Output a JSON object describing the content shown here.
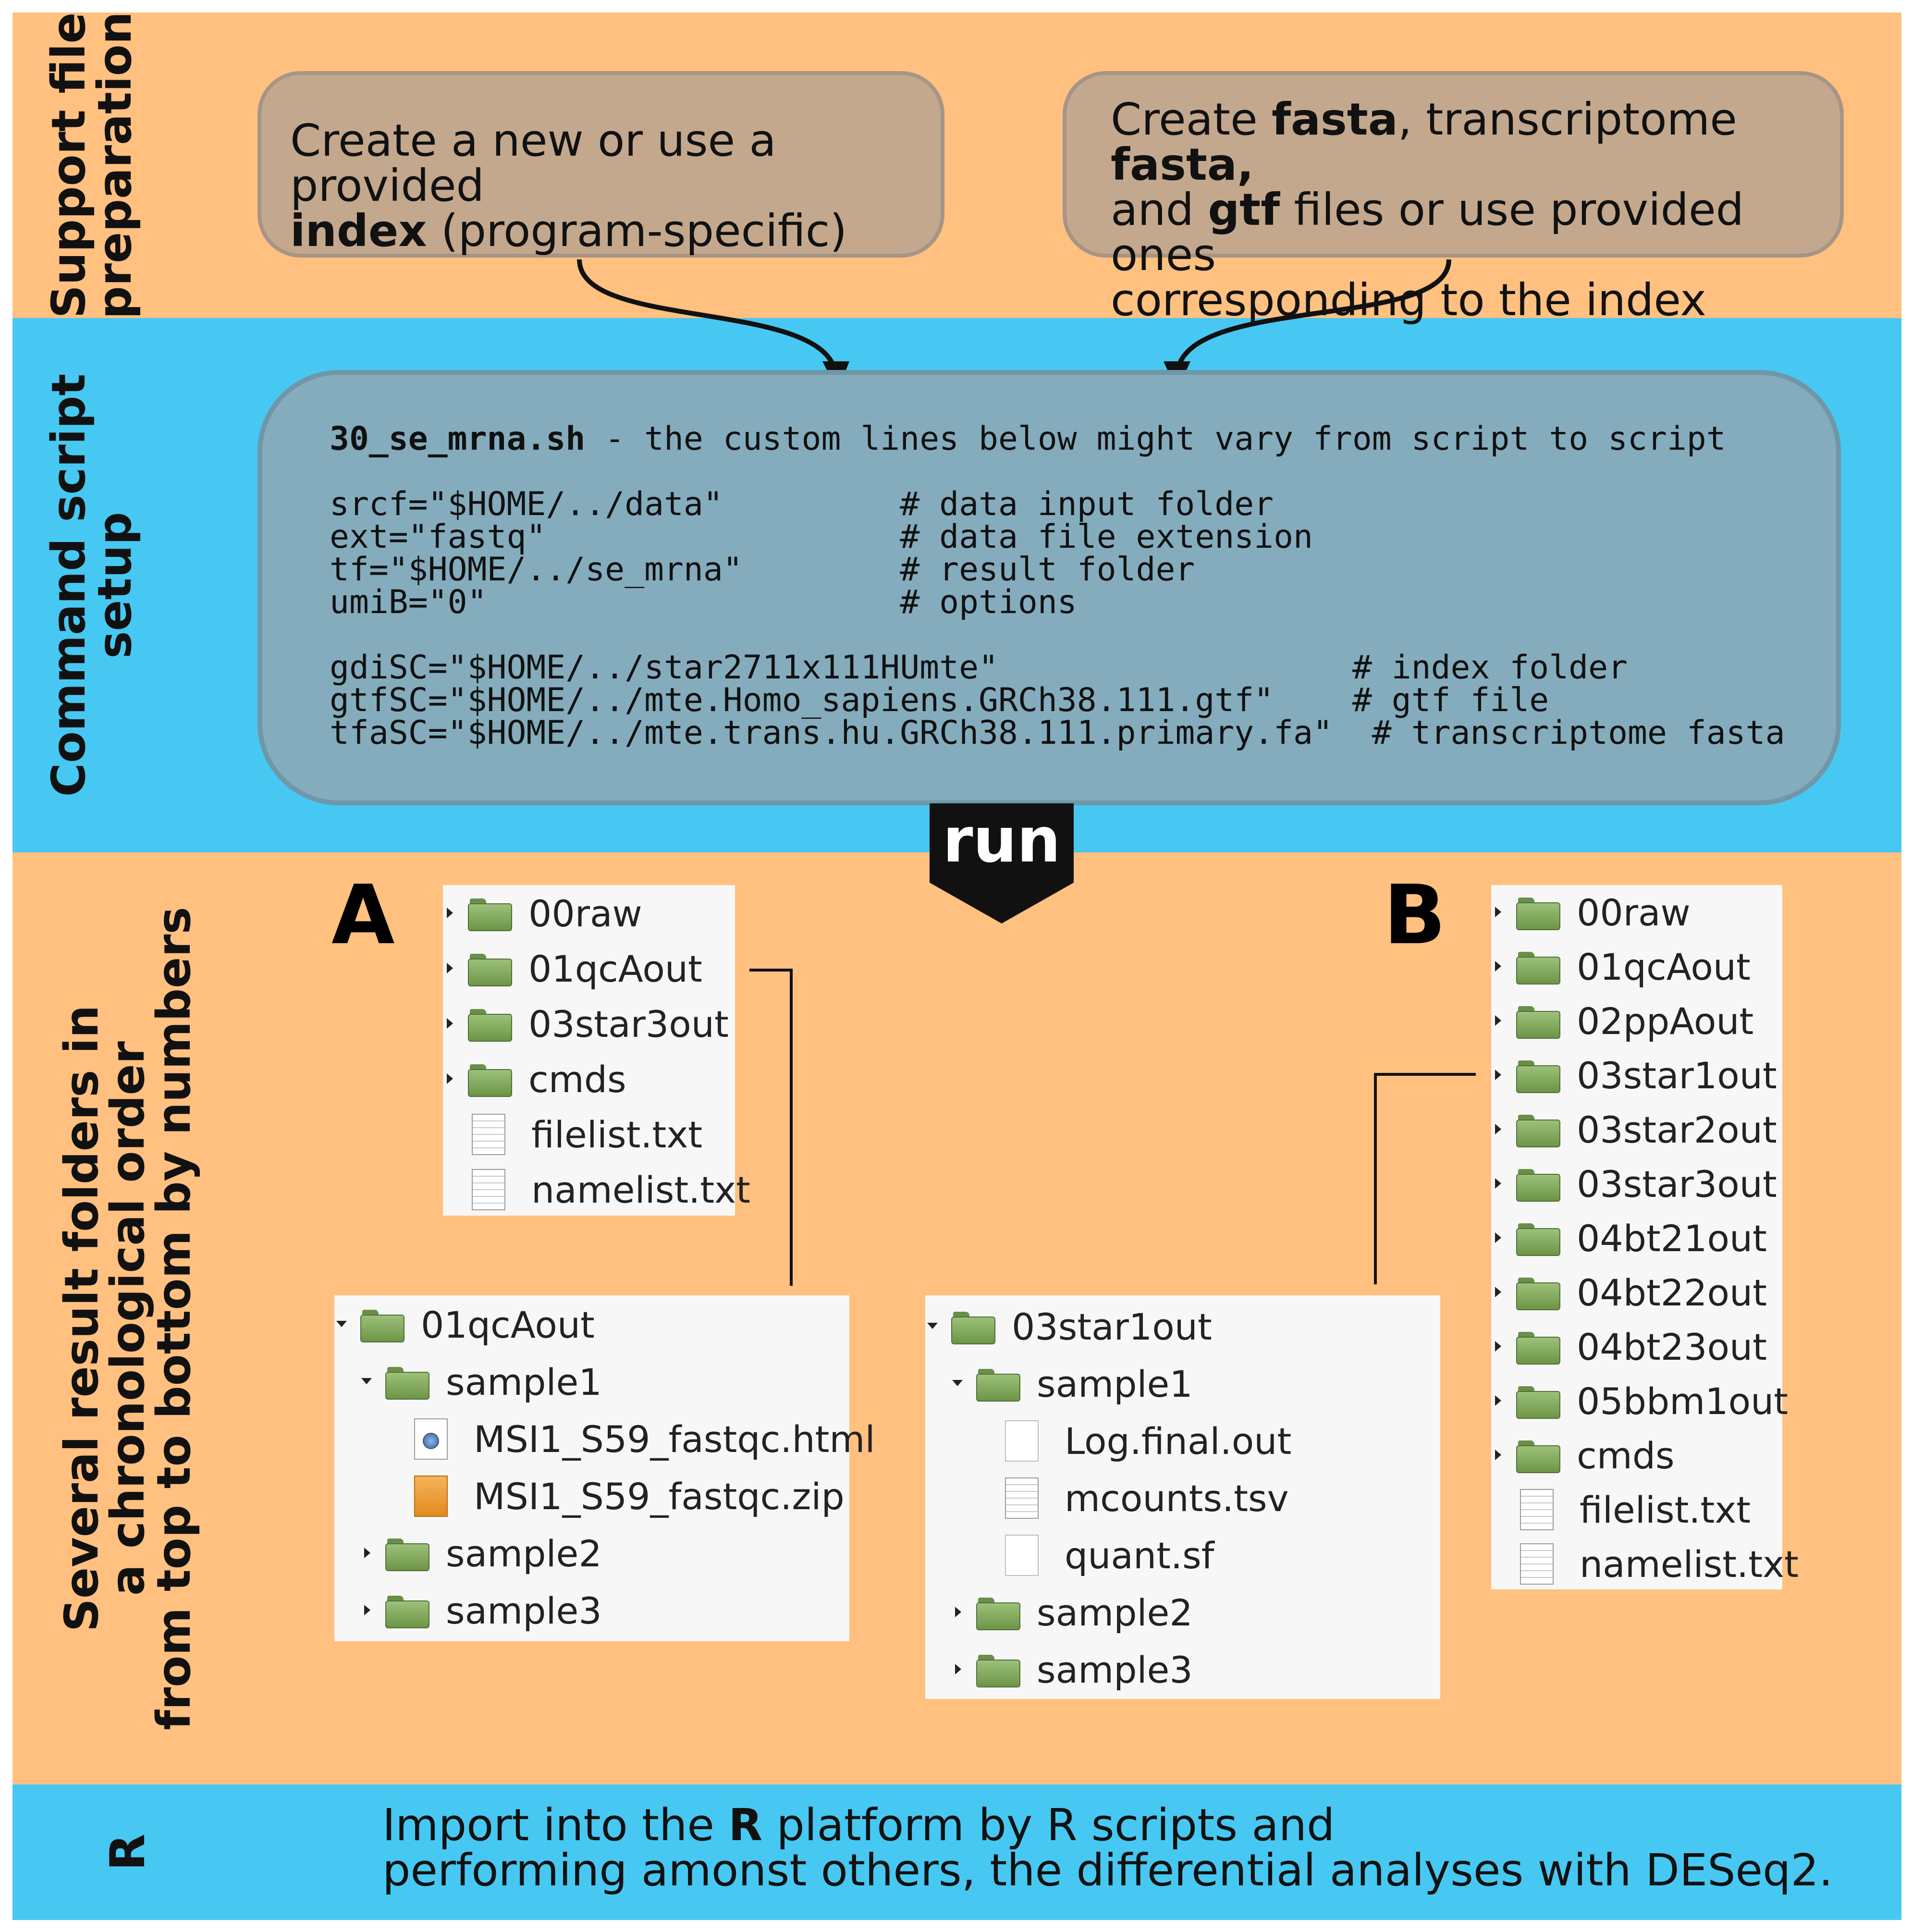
{
  "sections": {
    "support": {
      "label_lines": [
        "Support file",
        "preparation"
      ]
    },
    "command": {
      "label_lines": [
        "Command script",
        "setup"
      ]
    },
    "results": {
      "label_lines": [
        "Several result folders in",
        "a chronological order",
        "from top to bottom by numbers"
      ]
    },
    "r": {
      "label_lines": [
        "R"
      ]
    }
  },
  "index_box": {
    "line1": "Create a new or use a provided",
    "line2_bold": "index",
    "line2_rest": " (program-specific)"
  },
  "fasta_box": {
    "l1_a": "Create ",
    "l1_b": "fasta",
    "l1_c": ", transcriptome ",
    "l1_d": "fasta,",
    "l2_a": "and ",
    "l2_b": "gtf",
    "l2_c": " files or use provided ones",
    "l3": "corresponding to the index"
  },
  "script": {
    "name": "30_se_mrna.sh",
    "subtitle": " - the custom lines below might vary from script to script",
    "lines": [
      "srcf=\"$HOME/../data\"         # data input folder",
      "ext=\"fastq\"                  # data file extension",
      "tf=\"$HOME/../se_mrna\"        # result folder",
      "umiB=\"0\"                     # options",
      "",
      "gdiSC=\"$HOME/../star2711x111HUmte\"                  # index folder",
      "gtfSC=\"$HOME/../mte.Homo_sapiens.GRCh38.111.gtf\"    # gtf file",
      "tfaSC=\"$HOME/../mte.trans.hu.GRCh38.111.primary.fa\"  # transcriptome fasta"
    ]
  },
  "run_label": "run",
  "panel_labels": {
    "a": "A",
    "b": "B"
  },
  "tree_a_top": [
    {
      "name": "00raw",
      "type": "folder"
    },
    {
      "name": "01qcAout",
      "type": "folder"
    },
    {
      "name": "03star3out",
      "type": "folder"
    },
    {
      "name": "cmds",
      "type": "folder"
    },
    {
      "name": "filelist.txt",
      "type": "text"
    },
    {
      "name": "namelist.txt",
      "type": "text"
    }
  ],
  "tree_a_detail": [
    {
      "name": "01qcAout",
      "type": "folder",
      "level": 0,
      "expanded": true
    },
    {
      "name": "sample1",
      "type": "folder",
      "level": 1,
      "expanded": true
    },
    {
      "name": "MSI1_S59_fastqc.html",
      "type": "html",
      "level": 2
    },
    {
      "name": "MSI1_S59_fastqc.zip",
      "type": "zip",
      "level": 2
    },
    {
      "name": "sample2",
      "type": "folder",
      "level": 1
    },
    {
      "name": "sample3",
      "type": "folder",
      "level": 1
    }
  ],
  "tree_b_top": [
    {
      "name": "00raw",
      "type": "folder"
    },
    {
      "name": "01qcAout",
      "type": "folder"
    },
    {
      "name": "02ppAout",
      "type": "folder"
    },
    {
      "name": "03star1out",
      "type": "folder"
    },
    {
      "name": "03star2out",
      "type": "folder"
    },
    {
      "name": "03star3out",
      "type": "folder"
    },
    {
      "name": "04bt21out",
      "type": "folder"
    },
    {
      "name": "04bt22out",
      "type": "folder"
    },
    {
      "name": "04bt23out",
      "type": "folder"
    },
    {
      "name": "05bbm1out",
      "type": "folder"
    },
    {
      "name": "cmds",
      "type": "folder"
    },
    {
      "name": "filelist.txt",
      "type": "text"
    },
    {
      "name": "namelist.txt",
      "type": "text"
    }
  ],
  "tree_b_detail": [
    {
      "name": "03star1out",
      "type": "folder",
      "level": 0,
      "expanded": true
    },
    {
      "name": "sample1",
      "type": "folder",
      "level": 1,
      "expanded": true
    },
    {
      "name": "Log.final.out",
      "type": "plain",
      "level": 2
    },
    {
      "name": "mcounts.tsv",
      "type": "text",
      "level": 2
    },
    {
      "name": "quant.sf",
      "type": "plain",
      "level": 2
    },
    {
      "name": "sample2",
      "type": "folder",
      "level": 1
    },
    {
      "name": "sample3",
      "type": "folder",
      "level": 1
    }
  ],
  "r_section": {
    "line1_a": "Import into the ",
    "line1_b": "R",
    "line1_c": " platform by R scripts and",
    "line2": "performing amonst others, the differential analyses with DESeq2."
  }
}
